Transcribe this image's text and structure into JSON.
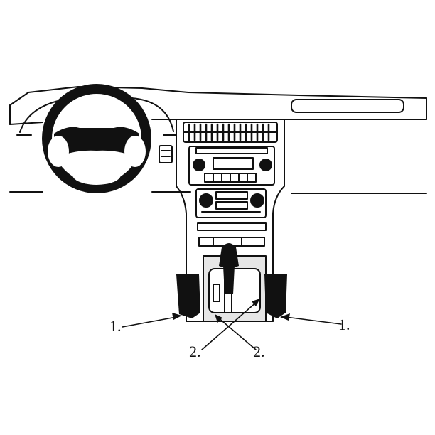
{
  "diagram": {
    "callouts": [
      {
        "id": "left-1",
        "label": "1."
      },
      {
        "id": "right-1",
        "label": "1."
      },
      {
        "id": "left-2",
        "label": "2."
      },
      {
        "id": "right-2",
        "label": "2."
      }
    ],
    "colors": {
      "line": "#111111",
      "fill_dark": "#111111",
      "fill_light": "#e6e6e6",
      "background": "#ffffff"
    }
  }
}
